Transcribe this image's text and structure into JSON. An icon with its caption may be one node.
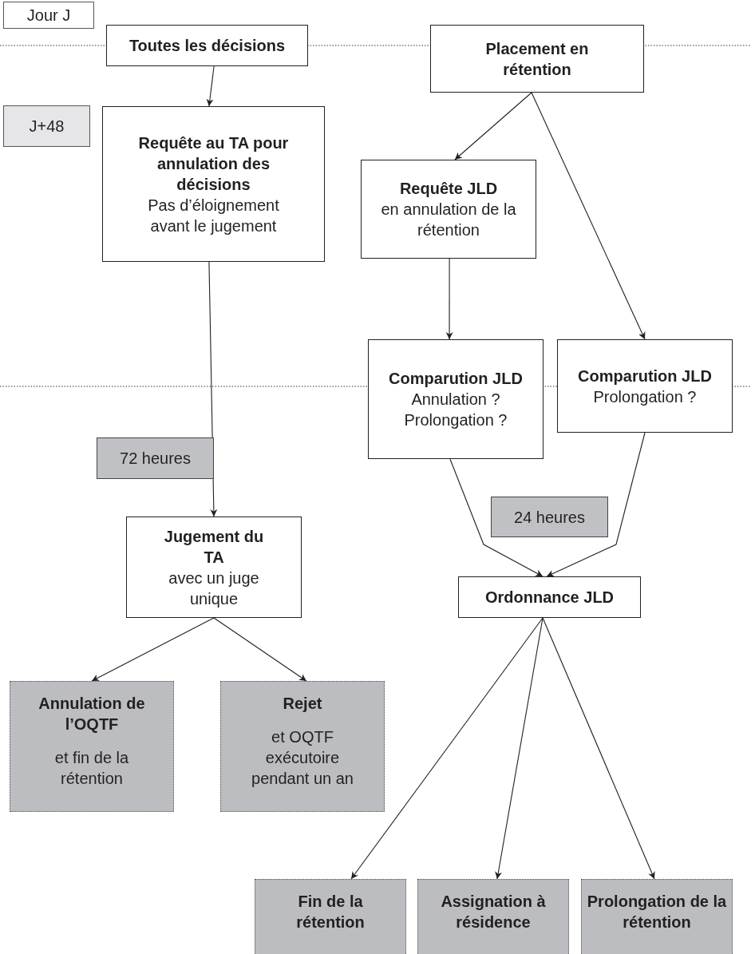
{
  "diagram": {
    "nodes": [
      {
        "text": [
          "Jour J"
        ]
      },
      {
        "text": [
          "Toutes les décisions"
        ]
      },
      {
        "text": [
          "Placement en rétention"
        ]
      },
      {
        "text": [
          "Requête au TA pour annulation des décisions",
          "Pas d’éloignement avant le jugement"
        ]
      },
      {
        "text": [
          "Requête JLD",
          "en annulation de la rétention"
        ]
      },
      {
        "text": [
          "J+48"
        ]
      },
      {
        "text": [
          "Comparution JLD",
          "Annulation ? Prolongation ?"
        ]
      },
      {
        "text": [
          "Comparution JLD",
          "Prolongation ?"
        ]
      },
      {
        "text": [
          "72 heures"
        ]
      },
      {
        "text": [
          "24 heures"
        ]
      },
      {
        "text": [
          "Jugement du TA",
          "avec un juge unique"
        ]
      },
      {
        "text": [
          "Ordonnance JLD"
        ]
      },
      {
        "text": [
          "Annulation de l’OQTF",
          "et fin de la rétention"
        ]
      },
      {
        "text": [
          "Rejet",
          "et OQTF exécutoire pendant un an"
        ]
      },
      {
        "text": [
          "Fin de la rétention"
        ]
      },
      {
        "text": [
          "Assignation à résidence"
        ]
      },
      {
        "text": [
          "Prolongation de la rétention"
        ]
      }
    ],
    "edges": [
      {
        "from": 1,
        "to": 3,
        "arrow": "to"
      },
      {
        "from": 2,
        "to": 4,
        "arrow": "to"
      },
      {
        "from": 2,
        "to": 7,
        "arrow": "to"
      },
      {
        "from": 4,
        "to": 6,
        "arrow": "to"
      },
      {
        "from": 3,
        "to": 10,
        "arrow": "to"
      },
      {
        "from": 6,
        "to": 11,
        "arrow": "to"
      },
      {
        "from": 7,
        "to": 11,
        "arrow": "to"
      },
      {
        "from": 10,
        "to": 12,
        "arrow": "to"
      },
      {
        "from": 10,
        "to": 13,
        "arrow": "to"
      },
      {
        "from": 11,
        "to": 14,
        "arrow": "to"
      },
      {
        "from": 11,
        "to": 15,
        "arrow": "to"
      },
      {
        "from": 11,
        "to": 16,
        "arrow": "to"
      }
    ]
  }
}
